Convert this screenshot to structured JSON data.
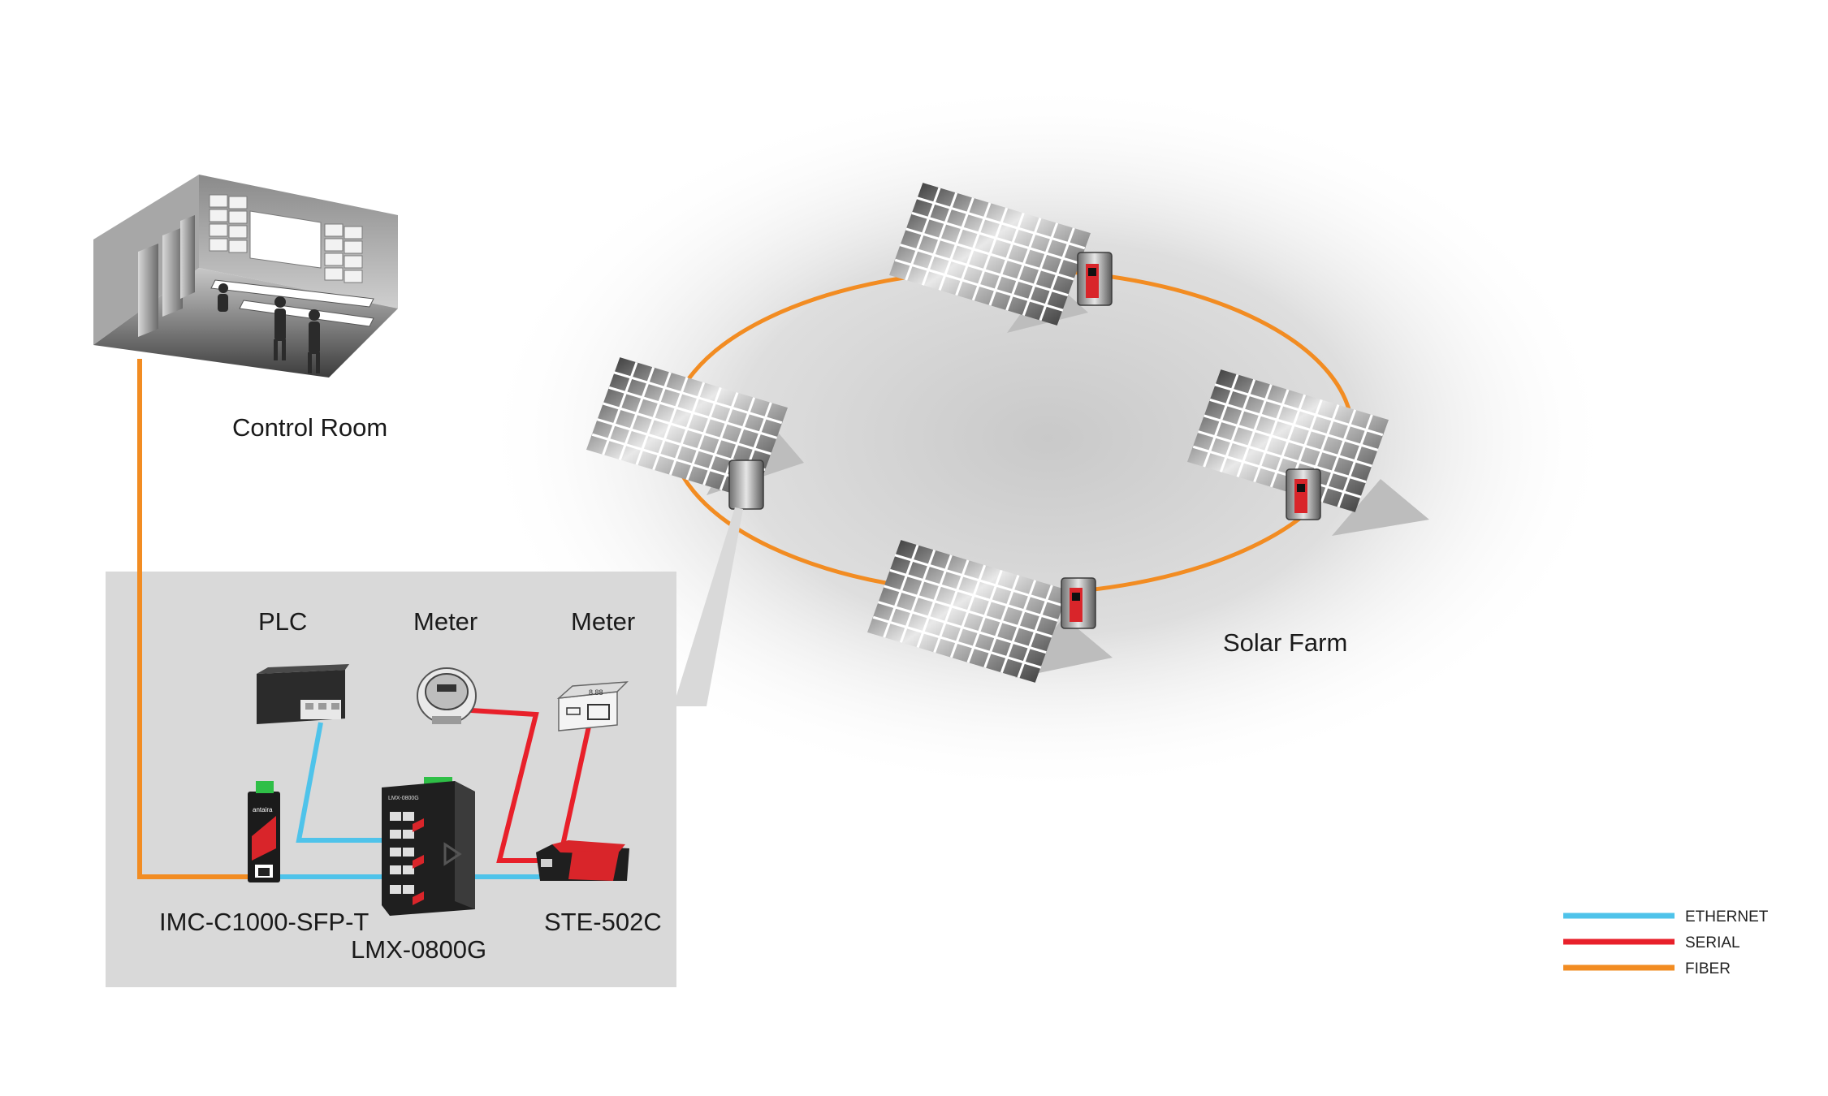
{
  "labels": {
    "control_room": "Control Room",
    "solar_farm": "Solar Farm",
    "plc": "PLC",
    "meter_1": "Meter",
    "meter_2": "Meter",
    "imc": "IMC-C1000-SFP-T",
    "lmx": "LMX-0800G",
    "ste": "STE-502C"
  },
  "device_marks": {
    "imc_brand": "antaira",
    "lmx_model": "LMX-0800G",
    "meter_display": "8.88"
  },
  "legend": [
    {
      "label": "ETHERNET",
      "color": "#4fc3ea"
    },
    {
      "label": "SERIAL",
      "color": "#e8202a"
    },
    {
      "label": "FIBER",
      "color": "#f28c22"
    }
  ],
  "colors": {
    "ethernet": "#4fc3ea",
    "serial": "#e8202a",
    "fiber": "#f28c22",
    "device_accent": "#d9252a",
    "panel_bg": "#d9d9d9"
  }
}
